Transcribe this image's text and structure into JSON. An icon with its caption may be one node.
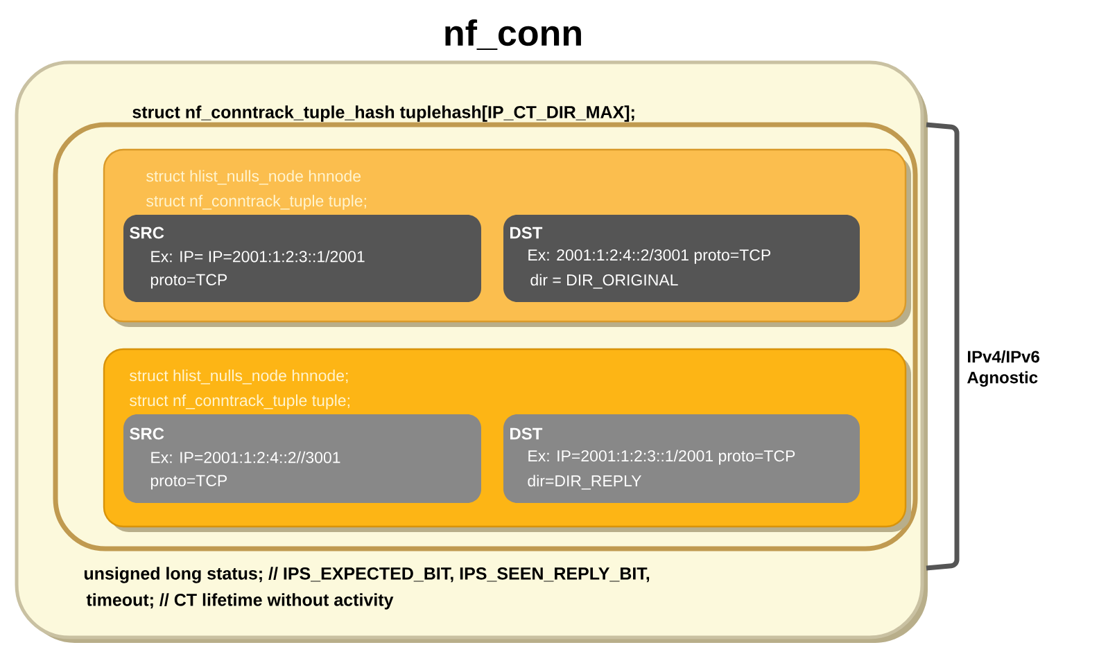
{
  "diagram": {
    "nodes": [
      {
        "text": [
          "nf_conn",
          "struct nf_conntrack_tuple_hash tuplehash[IP_CT_DIR_MAX];",
          "unsigned long status; // IPS_EXPECTED_BIT, IPS_SEEN_REPLY_BIT,",
          "timeout; // CT lifetime without activity"
        ]
      },
      {
        "text": [],
        "shape": "box",
        "in": 0
      },
      {
        "text": [
          "struct hlist_nulls_node hnnode",
          "struct nf_conntrack_tuple tuple;"
        ],
        "in": 1
      },
      {
        "text": [
          "SRC",
          "Ex: IP= IP=2001:1:2:3::1/2001",
          "proto=TCP"
        ],
        "in": 2
      },
      {
        "text": [
          "DST",
          "Ex: 2001:1:2:4::2/3001 proto=TCP",
          "dir = DIR_ORIGINAL"
        ],
        "in": 2
      },
      {
        "text": [
          "struct hlist_nulls_node hnnode;",
          "struct nf_conntrack_tuple tuple;"
        ],
        "in": 1
      },
      {
        "text": [
          "SRC",
          "Ex: IP=2001:1:2:4::2//3001",
          "proto=TCP"
        ],
        "in": 5
      },
      {
        "text": [
          "DST",
          "Ex: IP=2001:1:2:3::1/2001 proto=TCP",
          "dir=DIR_REPLY"
        ],
        "in": 5
      }
    ],
    "labels": [
      "IPv4/IPv6 Agnostic"
    ]
  }
}
